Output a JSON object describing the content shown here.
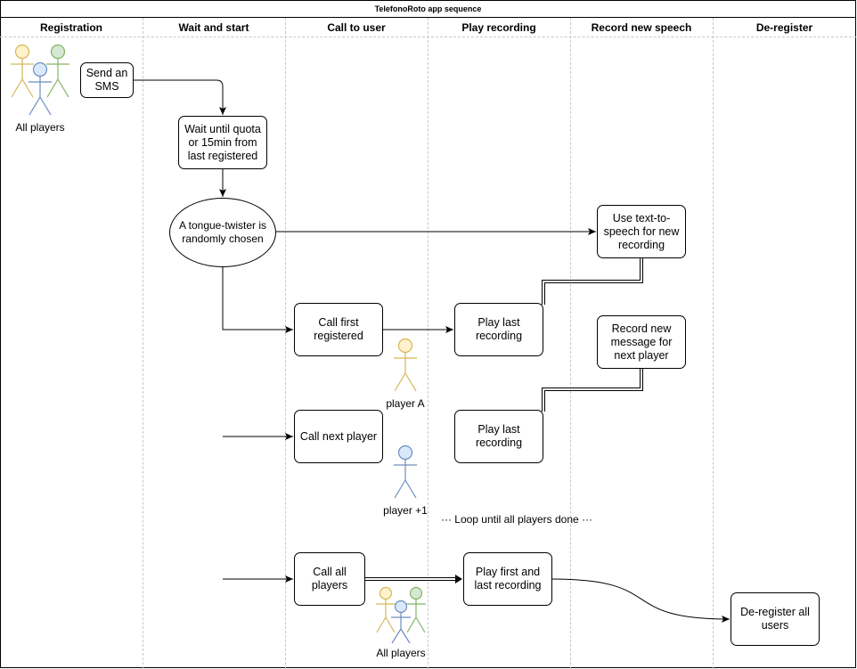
{
  "title": "TelefonoRoto app sequence",
  "lanes": [
    "Registration",
    "Wait and start",
    "Call to user",
    "Play recording",
    "Record new speech",
    "De-register"
  ],
  "nodes": {
    "send_sms": "Send an SMS",
    "wait_quota": "Wait until quota or 15min from last registered",
    "tongue_twister": "A tongue-twister is randomly chosen",
    "tts": "Use text-to-speech for new recording",
    "call_first": "Call first registered",
    "play_last_1": "Play last recording",
    "record_new": "Record new message for next player",
    "call_next": "Call next player",
    "play_last_2": "Play last recording",
    "call_all": "Call all players",
    "play_first_last": "Play first and last recording",
    "deregister": "De-register all users"
  },
  "actors": {
    "all_players_top": "All players",
    "player_a": "player A",
    "player_next": "player +1",
    "all_players_bottom": "All players"
  },
  "annotations": {
    "loop": "··· Loop until all players done ···"
  },
  "colors": {
    "actor_yellow": "#d6b656",
    "actor_yellow_fill": "#fff2cc",
    "actor_green": "#82b366",
    "actor_green_fill": "#d5e8d4",
    "actor_blue": "#6c8ebf",
    "actor_blue_fill": "#dae8fc"
  }
}
